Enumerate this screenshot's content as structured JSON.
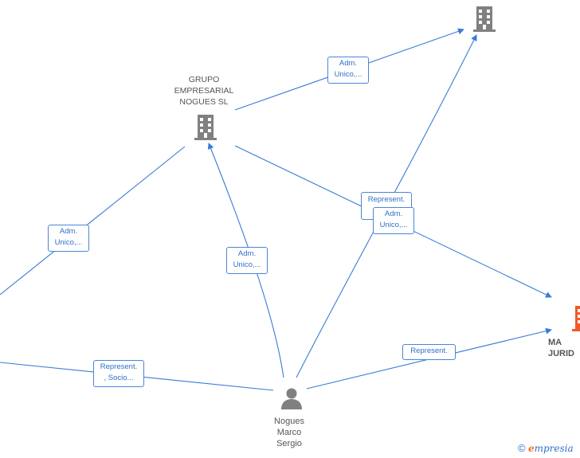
{
  "nodes": {
    "grupo": {
      "label": "GRUPO\nEMPRESARIAL\nNOGUES  SL"
    },
    "person": {
      "label": "Nogues\nMarco\nSergio"
    },
    "right_company": {
      "label": "MA\nJURID"
    }
  },
  "edges": [
    {
      "id": "grupo_to_top",
      "label": "Adm.\nUnico,..."
    },
    {
      "id": "grupo_to_left",
      "label": "Adm.\nUnico,..."
    },
    {
      "id": "person_to_grupo",
      "label": "Adm.\nUnico,..."
    },
    {
      "id": "grupo_to_right_represent",
      "label": "Represent."
    },
    {
      "id": "person_to_top",
      "label": "Adm.\nUnico,..."
    },
    {
      "id": "person_to_left",
      "label": "Represent.\n, Socio..."
    },
    {
      "id": "person_to_right",
      "label": "Represent."
    }
  ],
  "colors": {
    "edge": "#3a7bd5",
    "icon_gray": "#808080",
    "icon_highlight": "#f05a28"
  },
  "watermark": {
    "copyright": "©",
    "brand_first": "e",
    "brand_rest": "mpresia"
  }
}
